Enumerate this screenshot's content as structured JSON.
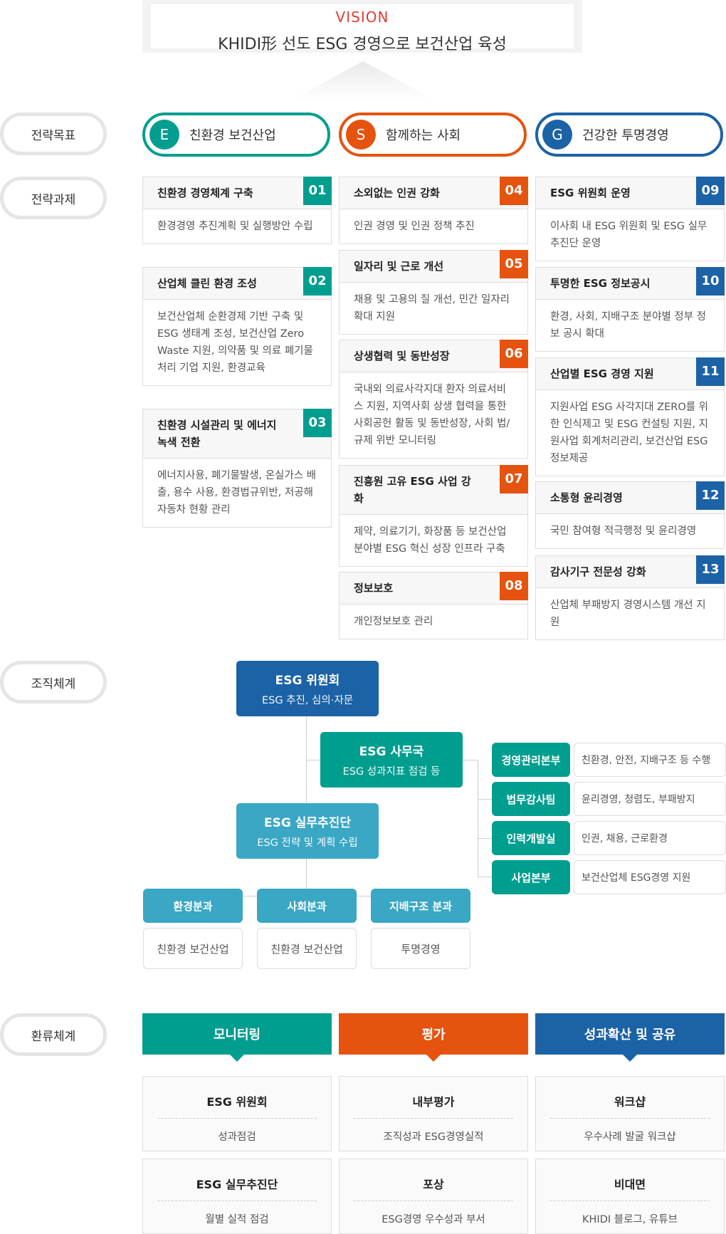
{
  "vision": {
    "label": "VISION",
    "title": "KHIDI形 선도 ESG 경영으로 보건산업 육성"
  },
  "side_labels": {
    "goal": "전략목표",
    "task": "전략과제",
    "org": "조직체계",
    "feedback": "환류체계"
  },
  "goals": [
    {
      "letter": "E",
      "label": "친환경 보건산업",
      "color": "#009e8f"
    },
    {
      "letter": "S",
      "label": "함께하는 사회",
      "color": "#e5530f"
    },
    {
      "letter": "G",
      "label": "건강한 투명경영",
      "color": "#1c62a6"
    }
  ],
  "tasks": {
    "e": [
      {
        "num": "01",
        "title": "친환경 경영체계 구축",
        "desc": "환경경영 추진계획 및 실행방안 수립"
      },
      {
        "num": "02",
        "title": "산업체 클린 환경 조성",
        "desc": "보건산업체  순환경제 기반 구축 및 ESG 생태계 조성, 보건산업 Zero Waste 지원, 의약품 및 의료 폐기물 처리 기업 지원, 환경교육"
      },
      {
        "num": "03",
        "title": "친환경 시설관리 및 에너지 녹색 전환",
        "desc": "에너지사용, 폐기물발생, 온실가스 배출, 용수 사용, 환경법규위반, 저공해 자동차 현황 관리"
      }
    ],
    "s": [
      {
        "num": "04",
        "title": "소외없는 인권 강화",
        "desc": "인권 경영 및 인권 정책 추진"
      },
      {
        "num": "05",
        "title": "일자리 및 근로 개선",
        "desc": "채용 및 고용의 질 개선, 민간 일자리 확대 지원"
      },
      {
        "num": "06",
        "title": "상생협력 및 동반성장",
        "desc": "국내외 의료사각지대 환자 의료서비스 지원, 지역사회 상생 협력을 통한 사회공헌 활동 및 동반성장, 사회 법/규제 위반 모니터링"
      },
      {
        "num": "07",
        "title": "진흥원 고유 ESG 사업 강화",
        "desc": "제약, 의료기기, 화장품 등 보건산업 분야별 ESG 혁신 성장 인프라 구축"
      },
      {
        "num": "08",
        "title": "정보보호",
        "desc": "개인정보보호 관리"
      }
    ],
    "g": [
      {
        "num": "09",
        "title": "ESG 위원회 운영",
        "desc": "이사회 내 ESG 위원회 및 ESG 실무 추진단 운영"
      },
      {
        "num": "10",
        "title": "투명한 ESG 정보공시",
        "desc": "환경, 사회, 지배구조 분야별 정부 정보 공시 확대"
      },
      {
        "num": "11",
        "title": "산업별 ESG 경영 지원",
        "desc": "지원사업 ESG 사각지대 ZERO를 위한 인식제고 및 ESG 컨설팅 지원, 지원사업 회계처리관리, 보건산업 ESG 정보제공"
      },
      {
        "num": "12",
        "title": "소통형 윤리경영",
        "desc": "국민 참여형 적극행정 및 윤리경영"
      },
      {
        "num": "13",
        "title": "감사기구 전문성 강화",
        "desc": "산업체 부패방지 경영시스템 개선 지원"
      }
    ]
  },
  "org": {
    "committee": {
      "title": "ESG 위원회",
      "sub": "ESG 추진, 심의·자문",
      "color": "#1c62a6"
    },
    "secretariat": {
      "title": "ESG 사무국",
      "sub": "ESG 성과지표 점검 등",
      "color": "#009e8f"
    },
    "task_force": {
      "title": "ESG 실무추진단",
      "sub": "ESG 전략 및 계획 수립",
      "color": "#3aa7c4"
    },
    "departments": [
      {
        "name": "경영관리본부",
        "desc": "친환경, 안전, 지배구조 등 수행"
      },
      {
        "name": "법무감사팀",
        "desc": "윤리경영, 청렴도, 부패방지"
      },
      {
        "name": "인력개발실",
        "desc": "인권, 채용, 근로환경"
      },
      {
        "name": "사업본부",
        "desc": "보건산업체 ESG경영 지원"
      }
    ],
    "subgroups": [
      {
        "name": "환경분과",
        "desc": "친환경 보건산업"
      },
      {
        "name": "사회분과",
        "desc": "친환경 보건산업"
      },
      {
        "name": "지배구조 분과",
        "desc": "투명경영"
      }
    ]
  },
  "feedback": [
    {
      "head": "모니터링",
      "color": "#009e8f",
      "cards": [
        {
          "title": "ESG 위원회",
          "desc": "성과점검"
        },
        {
          "title": "ESG 실무추진단",
          "desc": "월별 실적 점검"
        }
      ]
    },
    {
      "head": "평가",
      "color": "#e5530f",
      "cards": [
        {
          "title": "내부평가",
          "desc": "조직성과 ESG경영실적"
        },
        {
          "title": "포상",
          "desc": "ESG경영 우수성과 부서"
        }
      ]
    },
    {
      "head": "성과확산 및 공유",
      "color": "#1c62a6",
      "cards": [
        {
          "title": "워크샵",
          "desc": "우수사례 발굴 워크샵"
        },
        {
          "title": "비대면",
          "desc": "KHIDI 블로그, 유튜브"
        }
      ]
    }
  ]
}
